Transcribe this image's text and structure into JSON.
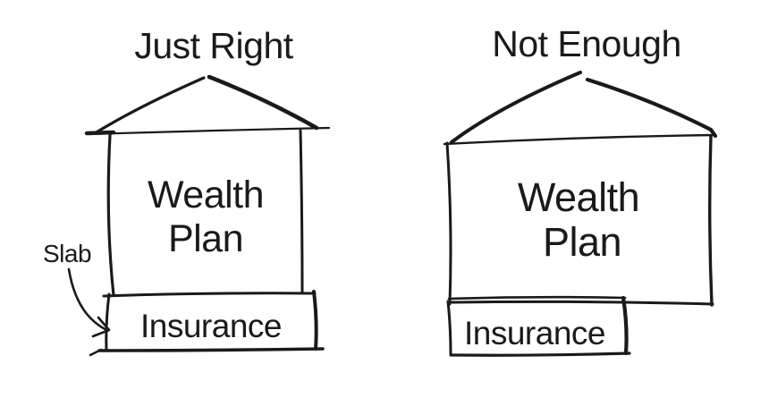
{
  "diagram": {
    "left_house": {
      "title": "Just Right",
      "wall_label_line1": "Wealth",
      "wall_label_line2": "Plan",
      "slab_label": "Insurance",
      "annotation_label": "Slab"
    },
    "right_house": {
      "title": "Not Enough",
      "wall_label_line1": "Wealth",
      "wall_label_line2": "Plan",
      "slab_label": "Insurance"
    },
    "colors": {
      "ink": "#1a1a1a",
      "background": "#ffffff"
    }
  }
}
